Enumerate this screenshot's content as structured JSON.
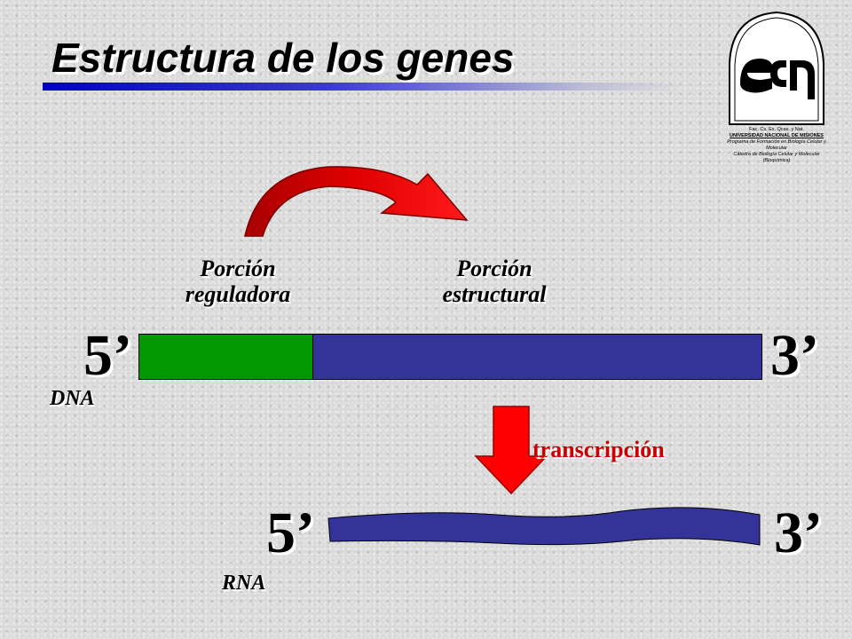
{
  "title": "Estructura de los genes",
  "logo": {
    "line1": "Fac. Cs. Ex. Qcas. y Nat.",
    "line2": "UNIVERSIDAD NACIONAL DE MISIONES",
    "line3": "Programa de Formación en Biología Celular y Molecular",
    "line4": "Cátedra de Biología Celular y Molecular (Bioquímica)"
  },
  "labels": {
    "regulatory": "Porción reguladora",
    "structural": "Porción estructural",
    "dna_five_prime": "5’",
    "dna_three_prime": "3’",
    "dna": "DNA",
    "transcription": "transcripción",
    "rna_five_prime": "5’",
    "rna_three_prime": "3’",
    "rna": "RNA"
  },
  "colors": {
    "regulatory_segment": "#009900",
    "structural_segment": "#333399",
    "arrows": "#ff0000",
    "rna_strand": "#333399",
    "title_rule": "#0000cc"
  }
}
